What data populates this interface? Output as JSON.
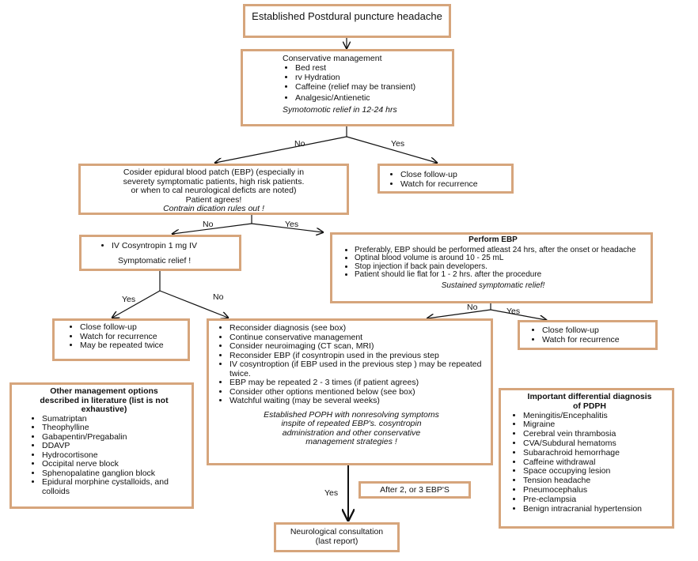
{
  "title": "Established Postdural puncture headache",
  "conservative": {
    "heading": "Conservative management",
    "items": [
      "Bed rest",
      "rv Hydration",
      "Caffeine  (relief may be transient)",
      "Analgesic/Antienetic"
    ],
    "footer": "Symotomotic relief in 12-24 hrs"
  },
  "labels": {
    "no1": "No",
    "yes1": "Yes",
    "no2": "No",
    "yes2": "Yes",
    "yes3": "Yes",
    "no3": "No",
    "no4": "No",
    "yes4": "Yes",
    "yes5": "Yes"
  },
  "consider_ebp": {
    "line1": "Cosider epidural blood patch (EBP) (especially in",
    "line2": "severety symptomatic patients, high risk patients.",
    "line3": "or when to cal neurological deficts are noted)",
    "line4": "Patient agrees!",
    "line5": "Contrain dication rules out !"
  },
  "followup_top": {
    "items": [
      "Close follow-up",
      "Watch for recurrence"
    ]
  },
  "cosyntropin": {
    "item": "IV Cosyntropin 1 mg IV",
    "footer": "Symptomatic relief !"
  },
  "perform_ebp": {
    "heading": "Perform EBP",
    "items": [
      "Preferably, EBP should be performed atleast 24 hrs, after the onset or headache",
      "Optinal blood volume is around 10 - 25 mL",
      "Stop injection if back pain developers.",
      "Patient should lie flat for 1 - 2 hrs. after the procedure"
    ],
    "footer": "Sustained symptomatic relief!"
  },
  "followup_left": {
    "items": [
      "Close follow-up",
      "Watch for recurrence",
      "May be repeated twice"
    ]
  },
  "reconsider": {
    "items": [
      "Reconsider diagnosis (see box)",
      "Continue conservative management",
      "Consider neuroimaging (CT scan, MRI)",
      "Reconsider EBP (if cosyntropin  used in the previous step",
      "IV cosyntroption (if EBP used in the previous step ) may be repeated twice.",
      "EBP may be repeated 2 - 3 times (if patient agrees)",
      "Consider other options mentioned below (see box)",
      "Watchful waiting (may be several weeks)"
    ],
    "footer_lines": [
      "Established POPH with nonresolving symptoms",
      "inspite of repeated EBP's. cosyntropin",
      "administration and other conservative",
      "management strategies !"
    ]
  },
  "followup_right": {
    "items": [
      "Close follow-up",
      "Watch for recurrence"
    ]
  },
  "other_options": {
    "heading_lines": [
      "Other management options",
      "described in literature (list is not",
      "exhaustive)"
    ],
    "items": [
      "Sumatriptan",
      "Theophylline",
      "Gabapentin/Pregabalin",
      "DDAVP",
      "Hydrocortisone",
      "Occipital nerve block",
      "Sphenopalatine ganglion block",
      "Epidural morphine cystalloids, and colloids"
    ]
  },
  "differential": {
    "heading_lines": [
      "Important differential diagnosis",
      "of PDPH"
    ],
    "items": [
      "Meningitis/Encephalitis",
      "Migraine",
      "Cerebral vein thrambosia",
      "CVA/Subdural hematoms",
      "Subarachroid hemorrhage",
      "Caffeine withdrawal",
      "Space occupying lesion",
      "Tension headache",
      "Pneumocephalus",
      "Pre-eclampsia",
      "Benign intracranial hypertension"
    ]
  },
  "after_ebps": "After 2, or 3 EBP'S",
  "neuro": {
    "line1": "Neurological consultation",
    "line2": "(last report)"
  }
}
